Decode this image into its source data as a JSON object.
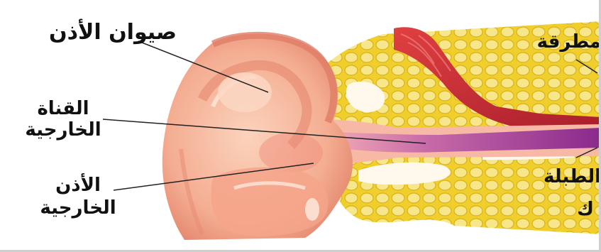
{
  "labels": {
    "pinna": "صيوان الأذن",
    "canal_line1": "القناة",
    "canal_line2": "الخارجية",
    "outer_line1": "الأذن",
    "outer_line2": "الخارجية",
    "hammer": "مطرقة",
    "eardrum": "الطبلة",
    "fragment": "ك"
  },
  "colors": {
    "skin": "#f3a98e",
    "skin_light": "#fbd0b8",
    "skin_dark": "#e07a64",
    "bone_yellow": "#f2d33a",
    "bone_cell": "#f7e27a",
    "canal_purple": "#9b2f8f",
    "muscle_red": "#d63a3a"
  }
}
